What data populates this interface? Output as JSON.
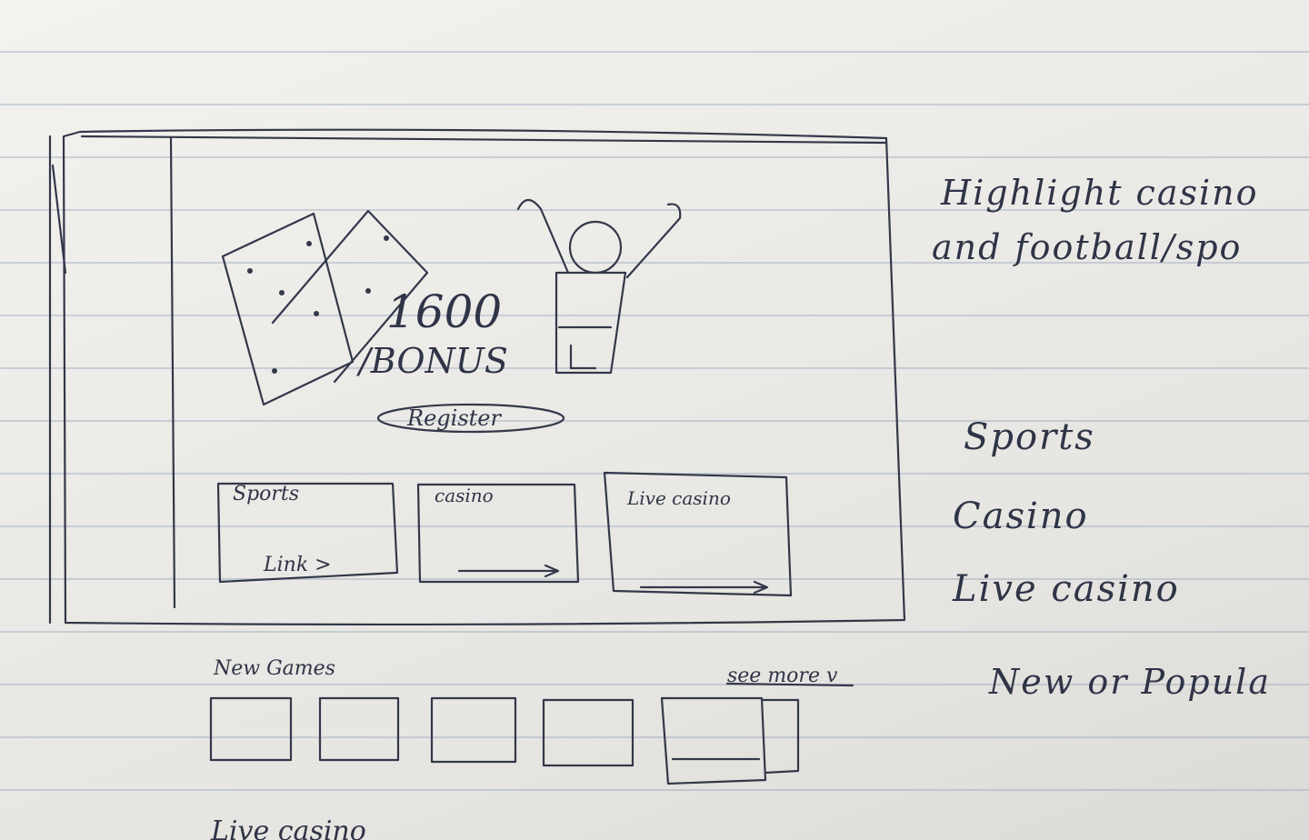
{
  "hero": {
    "bonus_amount": "1600",
    "bonus_label": "/BONUS",
    "register_label": "Register"
  },
  "categories": [
    {
      "title": "Sports",
      "link": "Link >"
    },
    {
      "title": "casino",
      "link": ""
    },
    {
      "title": "Live casino",
      "link": ""
    }
  ],
  "new_games": {
    "title": "New Games",
    "see_more": "see more v"
  },
  "next_section": {
    "title": "Live casino"
  },
  "notes": {
    "highlight_line1": "Highlight casino",
    "highlight_line2": "and football/spo",
    "sports": "Sports",
    "casino": "Casino",
    "live_casino": "Live casino",
    "new_or_popular": "New or Popula"
  },
  "colors": {
    "ink": "#33384a",
    "paper": "#ecebe8",
    "rule_line": "#8296b4"
  }
}
